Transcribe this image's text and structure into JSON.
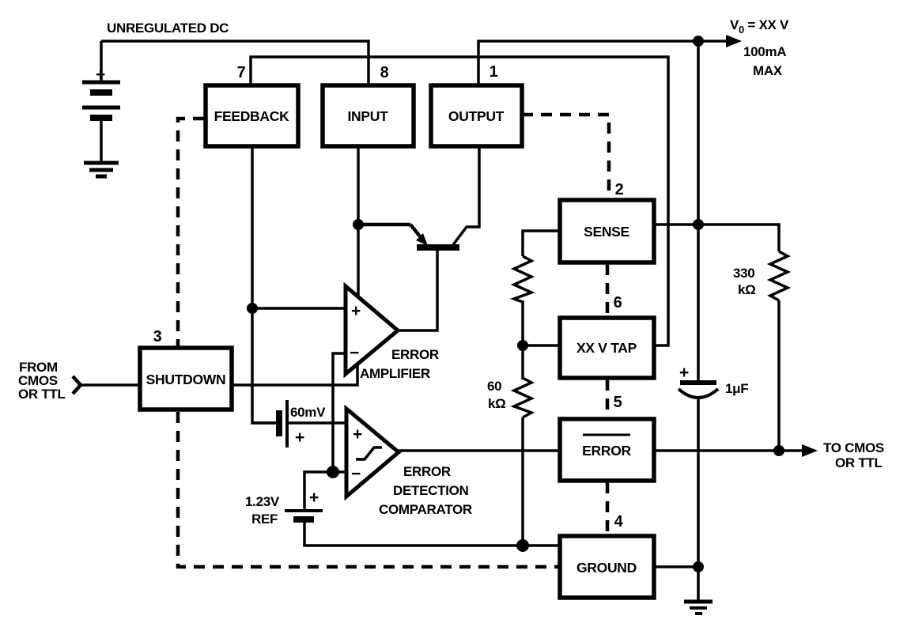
{
  "diagram": {
    "source_label": "UNREGULATED DC",
    "output_node": {
      "symbol": "V",
      "subscript": "0",
      "equals": " = XX V",
      "current": "100mA",
      "max": "MAX"
    },
    "input_node": {
      "line1": "FROM",
      "line2": "CMOS",
      "line3": "OR TTL"
    },
    "error_flag_node": {
      "line1": "TO CMOS",
      "line2": "OR TTL"
    },
    "blocks": {
      "feedback": {
        "label": "FEEDBACK",
        "pin": "7"
      },
      "input": {
        "label": "INPUT",
        "pin": "8"
      },
      "output": {
        "label": "OUTPUT",
        "pin": "1"
      },
      "sense": {
        "label": "SENSE",
        "pin": "2"
      },
      "tap": {
        "label": "XX V TAP",
        "pin": "6"
      },
      "error": {
        "label": "ERROR",
        "pin": "5"
      },
      "ground": {
        "label": "GROUND",
        "pin": "4"
      },
      "shutdown": {
        "label": "SHUTDOWN",
        "pin": "3"
      }
    },
    "error_amplifier": {
      "line1": "ERROR",
      "line2": "AMPLIFIER",
      "plus": "+",
      "minus": "−"
    },
    "comparator": {
      "line1": "ERROR",
      "line2": "DETECTION",
      "line3": "COMPARATOR",
      "plus": "+",
      "minus": "−"
    },
    "components": {
      "battery_plus": "+",
      "offset_battery": {
        "value": "60mV",
        "plus": "+"
      },
      "reference": {
        "value": "1.23V",
        "label": "REF",
        "plus": "+"
      },
      "divider_resistor": {
        "value": "60",
        "unit": "kΩ"
      },
      "pullup_resistor": {
        "value": "330",
        "unit": "kΩ"
      },
      "capacitor": {
        "value": "1μF",
        "plus": "+"
      }
    },
    "colors": {
      "ink": "#000000",
      "paper": "#ffffff"
    }
  }
}
